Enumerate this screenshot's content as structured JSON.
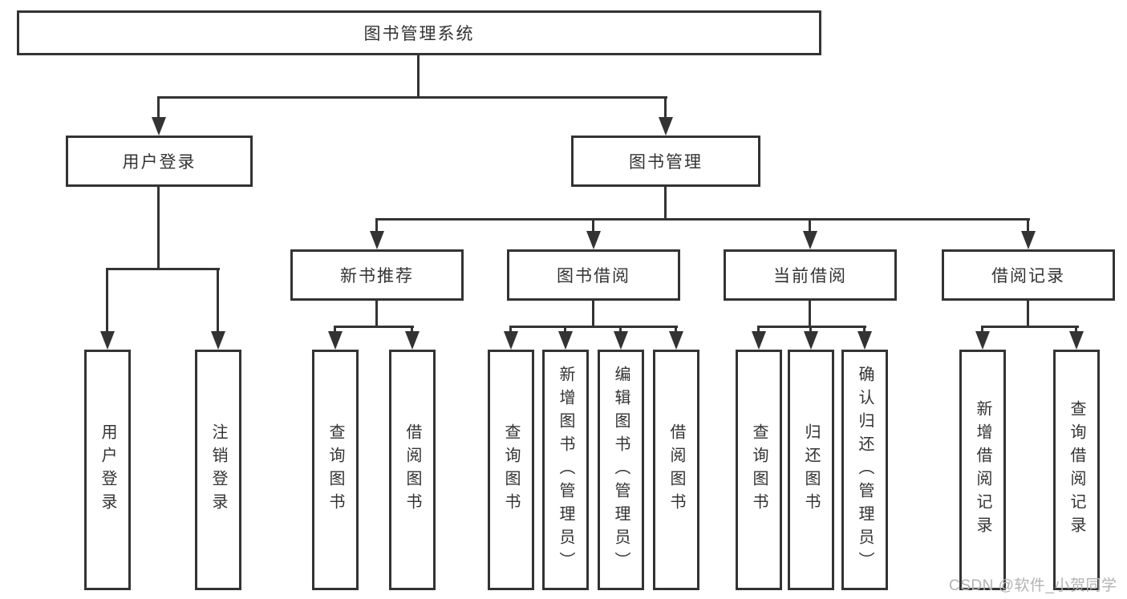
{
  "nodes": {
    "root": {
      "label": "图书管理系统"
    },
    "user_login": {
      "label": "用户登录"
    },
    "book_mgmt": {
      "label": "图书管理"
    },
    "new_book_rec": {
      "label": "新书推荐"
    },
    "book_borrow": {
      "label": "图书借阅"
    },
    "current_borrow": {
      "label": "当前借阅"
    },
    "borrow_records": {
      "label": "借阅记录"
    },
    "login_leaf": {
      "label": "用户登录"
    },
    "logout_leaf": {
      "label": "注销登录"
    },
    "rec_query_books": {
      "label": "查询图书"
    },
    "rec_borrow_books": {
      "label": "借阅图书"
    },
    "bb_query_books": {
      "label": "查询图书"
    },
    "bb_add_books": {
      "label": "新增图书（管理员）"
    },
    "bb_edit_books": {
      "label": "编辑图书（管理员）"
    },
    "bb_borrow_books": {
      "label": "借阅图书"
    },
    "cb_query_books": {
      "label": "查询图书"
    },
    "cb_return_books": {
      "label": "归还图书"
    },
    "cb_confirm_return": {
      "label": "确认归还（管理员）"
    },
    "br_add_record": {
      "label": "新增借阅记录"
    },
    "br_query_record": {
      "label": "查询借阅记录"
    }
  },
  "structure": {
    "图书管理系统": {
      "用户登录": [
        "用户登录",
        "注销登录"
      ],
      "图书管理": {
        "新书推荐": [
          "查询图书",
          "借阅图书"
        ],
        "图书借阅": [
          "查询图书",
          "新增图书（管理员）",
          "编辑图书（管理员）",
          "借阅图书"
        ],
        "当前借阅": [
          "查询图书",
          "归还图书",
          "确认归还（管理员）"
        ],
        "借阅记录": [
          "新增借阅记录",
          "查询借阅记录"
        ]
      }
    }
  },
  "watermark": "CSDN @软件_小贺同学",
  "colors": {
    "line": "#333333",
    "text": "#333333",
    "background": "#ffffff",
    "watermark": "#b3b3b3"
  }
}
